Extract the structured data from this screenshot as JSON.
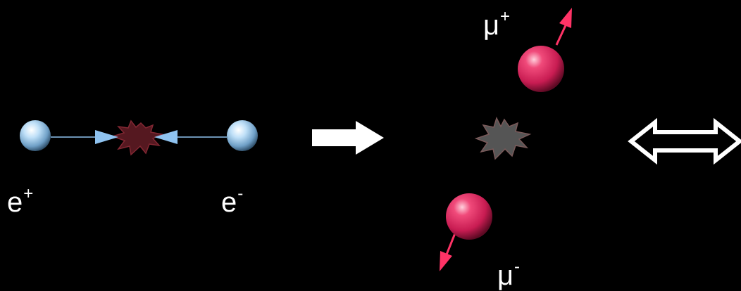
{
  "diagram": {
    "initial": {
      "positron": {
        "symbol": "e",
        "charge": "+"
      },
      "electron": {
        "symbol": "e",
        "charge": "-"
      }
    },
    "final": {
      "muon_plus": {
        "symbol": "μ",
        "charge": "+"
      },
      "muon_minus": {
        "symbol": "μ",
        "charge": "-"
      }
    },
    "colors": {
      "background": "#000000",
      "electron_sphere": "#9cc8ea",
      "muon_sphere": "#e0275f",
      "beam_arrow": "#8fc3f0",
      "momentum_arrow": "#ff3366",
      "collision_burst_initial": "#5a1a22",
      "collision_burst_final": "#555555",
      "process_arrow": "#ffffff"
    },
    "icons": [
      "sphere-icon",
      "burst-icon",
      "right-arrow-icon",
      "double-arrow-icon"
    ]
  }
}
